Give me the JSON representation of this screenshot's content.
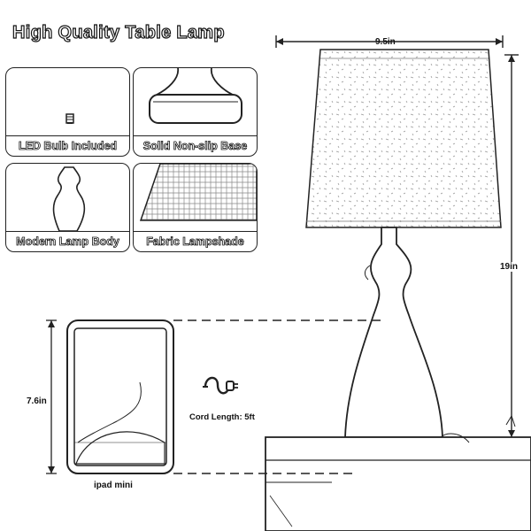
{
  "title": "High Quality Table Lamp",
  "features": [
    {
      "label": "LED Bulb Included",
      "icon": "bulb-icon"
    },
    {
      "label": "Solid Non-slip Base",
      "icon": "base-icon"
    },
    {
      "label": "Modern Lamp Body",
      "icon": "lamp-body-icon"
    },
    {
      "label": "Fabric Lampshade",
      "icon": "lampshade-icon"
    }
  ],
  "dimensions": {
    "shade_width": "9.5in",
    "lamp_height": "19in",
    "ipad_height": "7.6in"
  },
  "ipad_label": "ipad mini",
  "cord_label": "Cord Length: 5ft",
  "colors": {
    "line": "#222222",
    "background": "#ffffff"
  }
}
